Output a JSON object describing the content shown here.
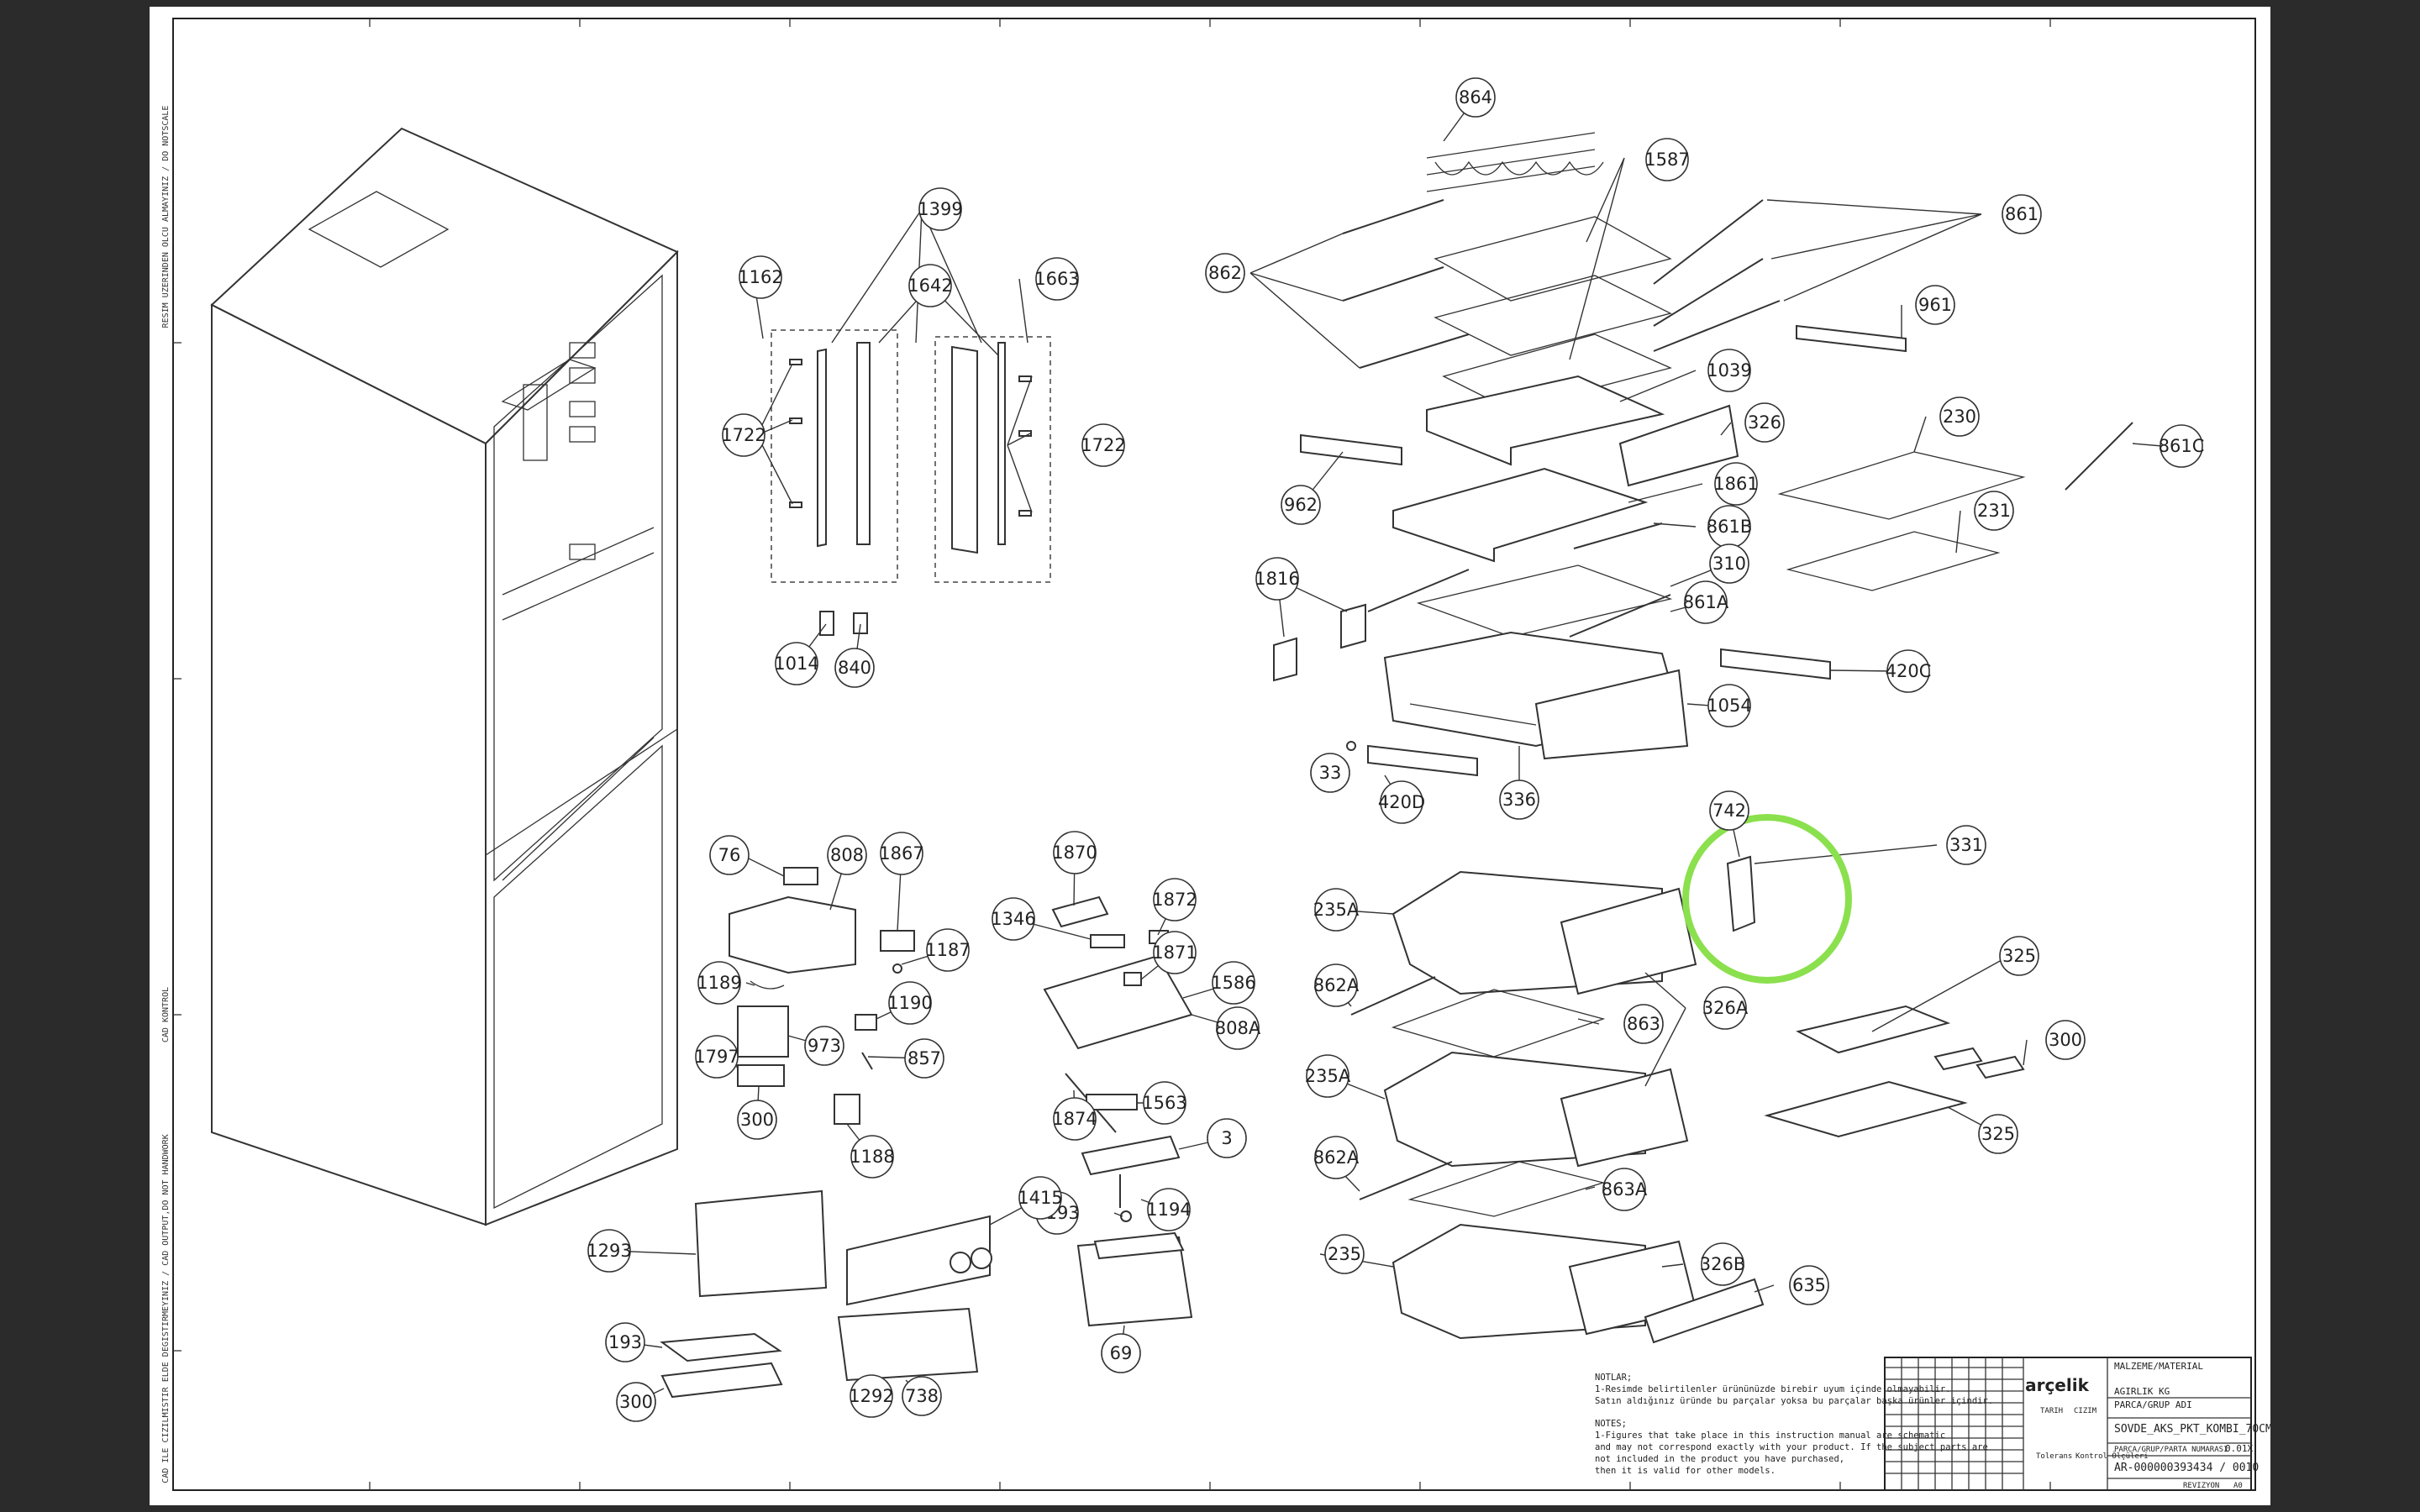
{
  "colors": {
    "highlight": "#8BE04E",
    "line": "#333333",
    "background": "#2b2b2b",
    "sheet": "#ffffff"
  },
  "margin": {
    "left_top": "RESIM UZERINDEN OLCU ALMAYINIZ / DO NOTSCALE",
    "left_middle": "CAD KONTROL",
    "left_bottom": "CAD ILE CIZILMISTIR ELDE DEGISTIRMEYINIZ / CAD OUTPUT,DO NOT HANDWORK"
  },
  "callouts": [
    {
      "label": "864"
    },
    {
      "label": "1587"
    },
    {
      "label": "861"
    },
    {
      "label": "862"
    },
    {
      "label": "961"
    },
    {
      "label": "1039"
    },
    {
      "label": "326"
    },
    {
      "label": "230"
    },
    {
      "label": "861C"
    },
    {
      "label": "231"
    },
    {
      "label": "962"
    },
    {
      "label": "1861"
    },
    {
      "label": "861B"
    },
    {
      "label": "1816"
    },
    {
      "label": "310"
    },
    {
      "label": "861A"
    },
    {
      "label": "420C"
    },
    {
      "label": "1054"
    },
    {
      "label": "33"
    },
    {
      "label": "420D"
    },
    {
      "label": "336"
    },
    {
      "label": "742"
    },
    {
      "label": "331"
    },
    {
      "label": "235A"
    },
    {
      "label": "862A"
    },
    {
      "label": "863"
    },
    {
      "label": "326A"
    },
    {
      "label": "325"
    },
    {
      "label": "300"
    },
    {
      "label": "235A"
    },
    {
      "label": "325"
    },
    {
      "label": "862A"
    },
    {
      "label": "863A"
    },
    {
      "label": "235"
    },
    {
      "label": "326B"
    },
    {
      "label": "635"
    },
    {
      "label": "1399"
    },
    {
      "label": "1642"
    },
    {
      "label": "1162"
    },
    {
      "label": "1663"
    },
    {
      "label": "1722"
    },
    {
      "label": "1722"
    },
    {
      "label": "1014"
    },
    {
      "label": "840"
    },
    {
      "label": "76"
    },
    {
      "label": "808"
    },
    {
      "label": "1867"
    },
    {
      "label": "1187"
    },
    {
      "label": "1189"
    },
    {
      "label": "1190"
    },
    {
      "label": "973"
    },
    {
      "label": "857"
    },
    {
      "label": "1797"
    },
    {
      "label": "300"
    },
    {
      "label": "1188"
    },
    {
      "label": "1870"
    },
    {
      "label": "1872"
    },
    {
      "label": "1346"
    },
    {
      "label": "1871"
    },
    {
      "label": "1586"
    },
    {
      "label": "808A"
    },
    {
      "label": "1874"
    },
    {
      "label": "1563"
    },
    {
      "label": "3"
    },
    {
      "label": "1193"
    },
    {
      "label": "1194"
    },
    {
      "label": "1415"
    },
    {
      "label": "1293"
    },
    {
      "label": "69"
    },
    {
      "label": "193"
    },
    {
      "label": "300"
    },
    {
      "label": "1292"
    },
    {
      "label": "738"
    }
  ],
  "notes": {
    "title": "NOTLAR;",
    "tr_1": "1-Resimde belirtilenler ürününüzde birebir uyum içinde olmayabilir.",
    "tr_2": "Satın aldığınız üründe bu parçalar yoksa bu parçalar başka ürünler içindir.",
    "en_title": "NOTES;",
    "en_1": "1-Figures that take place in this instruction manual are schematic",
    "en_2": "and may not correspond exactly with your product. If the subject parts are",
    "en_3": "not included in the product you have purchased,",
    "en_4": "then it is valid for other models."
  },
  "title_block": {
    "brand": "arçelik",
    "material_label": "MALZEME/MATERIAL",
    "weight_label": "AGIRLIK KG",
    "group_label": "PARCA/GRUP ADI",
    "part_name": "SOVDE_AKS_PKT_KOMBI_70CM",
    "part_no_label": "PARCA/GRUP/PARTA NUMARASI",
    "part_number": "AR-000000393434 / 0010",
    "scale": "0.01X",
    "date_label": "TARIH",
    "drawn": "CIZIM",
    "tolerance_label": "Tolerans",
    "control_label": "Kontrol Ölçüleri",
    "revision_label": "REVIZYON",
    "size": "A0"
  }
}
